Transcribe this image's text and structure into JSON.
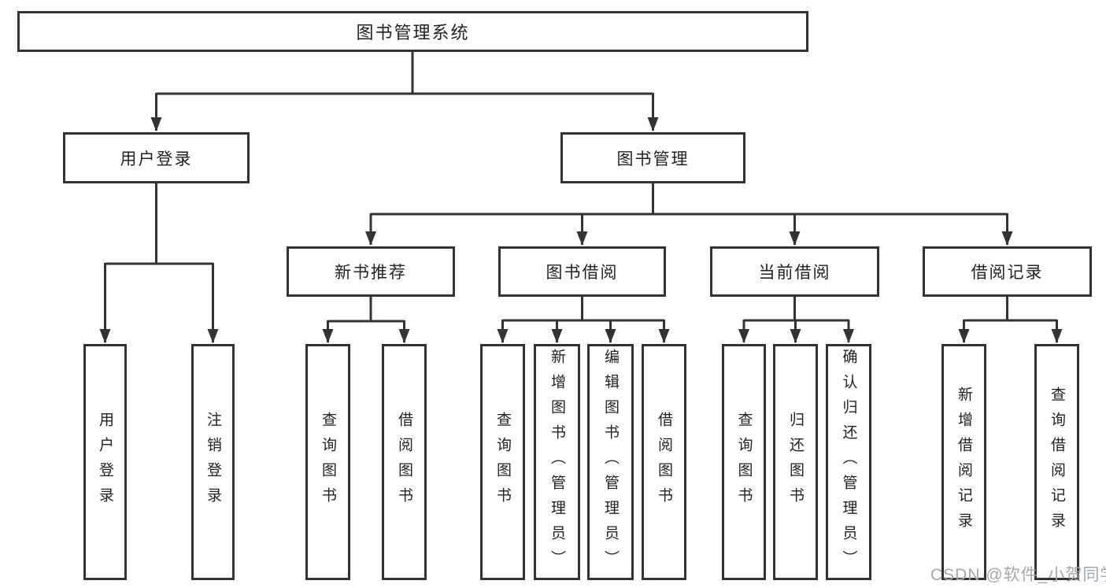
{
  "diagram": {
    "root": {
      "label": "图书管理系统"
    },
    "branches": [
      {
        "label": "用户登录",
        "children": [
          {
            "label": "用户登录"
          },
          {
            "label": "注销登录"
          }
        ]
      },
      {
        "label": "图书管理",
        "children": [
          {
            "label": "新书推荐",
            "children": [
              {
                "label": "查询图书"
              },
              {
                "label": "借阅图书"
              }
            ]
          },
          {
            "label": "图书借阅",
            "children": [
              {
                "label": "查询图书"
              },
              {
                "label": "新增图书（管理员）"
              },
              {
                "label": "编辑图书（管理员）"
              },
              {
                "label": "借阅图书"
              }
            ]
          },
          {
            "label": "当前借阅",
            "children": [
              {
                "label": "查询图书"
              },
              {
                "label": "归还图书"
              },
              {
                "label": "确认归还（管理员）"
              }
            ]
          },
          {
            "label": "借阅记录",
            "children": [
              {
                "label": "新增借阅记录"
              },
              {
                "label": "查询借阅记录"
              }
            ]
          }
        ]
      }
    ]
  },
  "watermark": {
    "text": "CSDN @软件_小贺同学"
  },
  "colors": {
    "line": "#333333",
    "text": "#222222",
    "background": "#ffffff",
    "watermark_text": "#a3a8ad"
  }
}
